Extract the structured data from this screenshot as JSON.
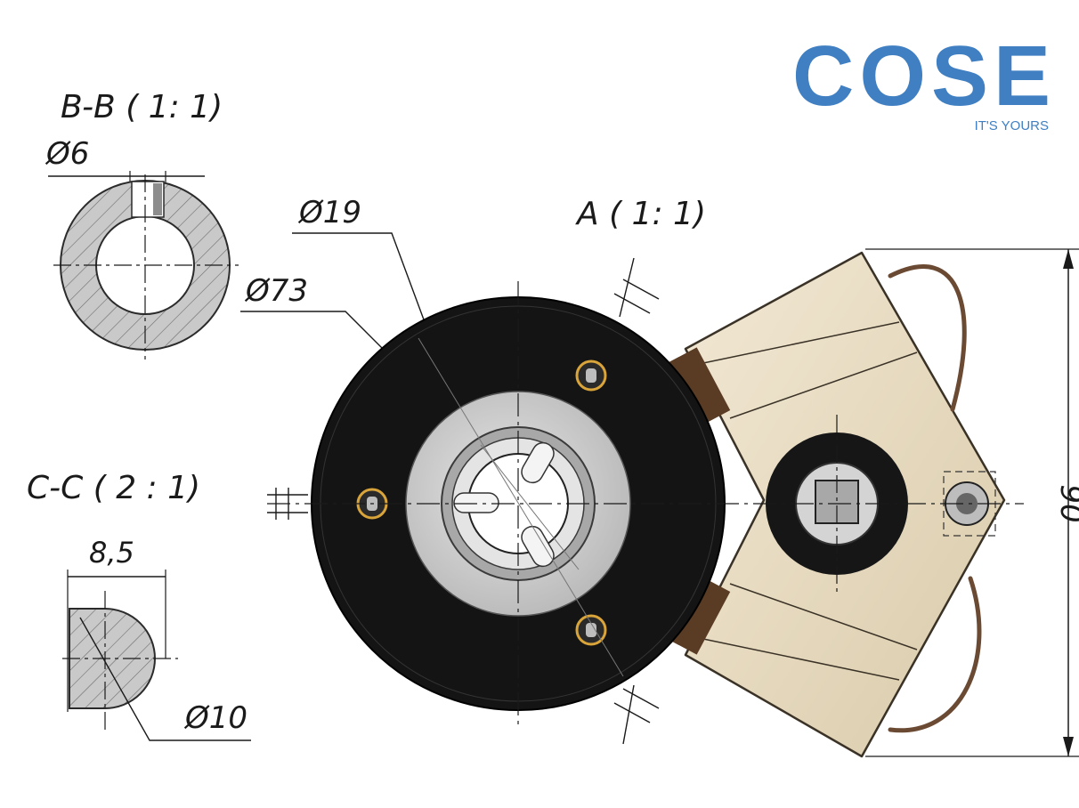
{
  "logo": {
    "name": "COSE",
    "tagline": "IT'S YOURS",
    "color": "#3f7fc2"
  },
  "views": {
    "bb": {
      "title": "B-B ( 1: 1)",
      "dimension": "Ø6"
    },
    "cc": {
      "title": "C-C ( 2 : 1)",
      "width": "8,5",
      "diameter": "Ø10"
    },
    "a": {
      "title": "A ( 1: 1)",
      "inner_diameter": "Ø19",
      "outer_diameter": "Ø73",
      "height": "90"
    }
  },
  "colors": {
    "disc": "#141414",
    "ring": "#cdcdcd",
    "bracket": "#e8dcc4",
    "bracket_edge": "#3a3226",
    "wire": "#6b4a33",
    "screw_ring": "#d9a43a",
    "hatch_fill": "#c8c8c8"
  }
}
